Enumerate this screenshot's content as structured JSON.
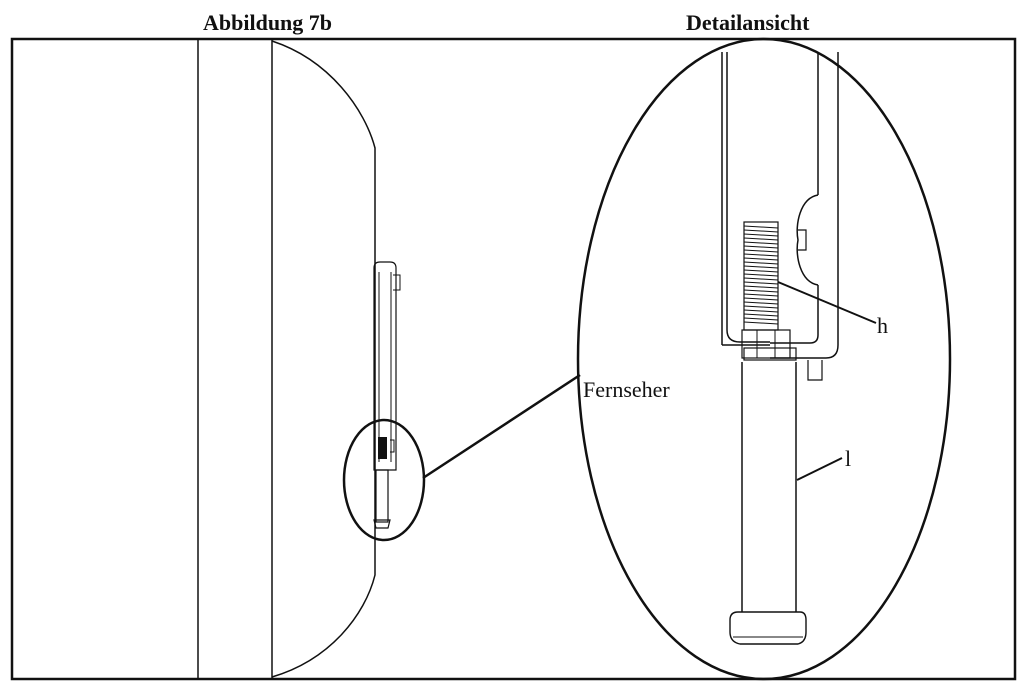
{
  "headings": {
    "left": "Abbildung 7b",
    "right": "Detailansicht"
  },
  "labels": {
    "tv": "Fernseher",
    "h": "h",
    "l": "l"
  },
  "colors": {
    "line": "#111111",
    "background": "#ffffff"
  }
}
